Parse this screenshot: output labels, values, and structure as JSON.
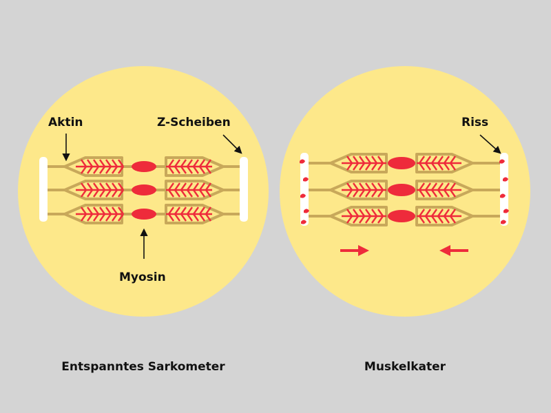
{
  "colors": {
    "background": "#d4d4d4",
    "circle": "#fde88a",
    "filament": "#c8a85a",
    "myosin": "#ee2b3b",
    "zdisc": "#ffffff",
    "text": "#111111"
  },
  "panels": [
    {
      "id": "relaxed",
      "caption": "Entspanntes Sarkometer",
      "state": "relaxed",
      "annotations": {
        "actin": "Aktin",
        "zdisc": "Z-Scheiben",
        "myosin": "Myosin"
      }
    },
    {
      "id": "sore",
      "caption": "Muskelkater",
      "state": "contracted",
      "annotations": {
        "tear": "Riss"
      }
    }
  ]
}
